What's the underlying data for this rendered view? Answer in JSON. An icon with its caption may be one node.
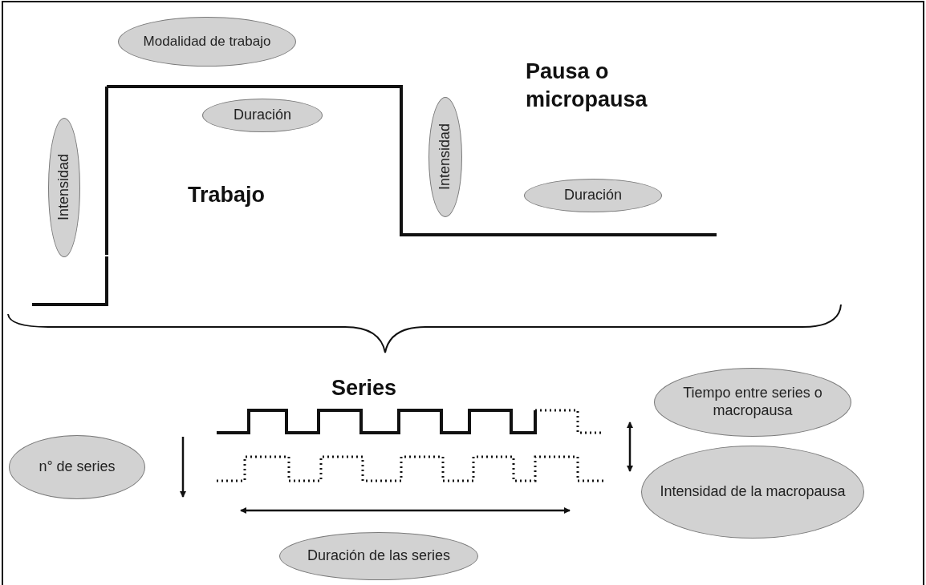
{
  "diagram": {
    "nodes": [
      {
        "text": [
          "Modalidad de trabajo"
        ]
      },
      {
        "text": [
          "Intensidad"
        ]
      },
      {
        "text": [
          "Duración"
        ]
      },
      {
        "text": [
          "Intensidad"
        ]
      },
      {
        "text": [
          "Duración"
        ]
      },
      {
        "text": [
          "Tiempo entre series o macropausa"
        ]
      },
      {
        "text": [
          "n° de series"
        ]
      },
      {
        "text": [
          "Intensidad de la macropausa"
        ]
      },
      {
        "text": [
          "Duración de las series"
        ]
      }
    ],
    "labels": [
      "Pausa o micropausa",
      "Trabajo",
      "Series"
    ]
  }
}
